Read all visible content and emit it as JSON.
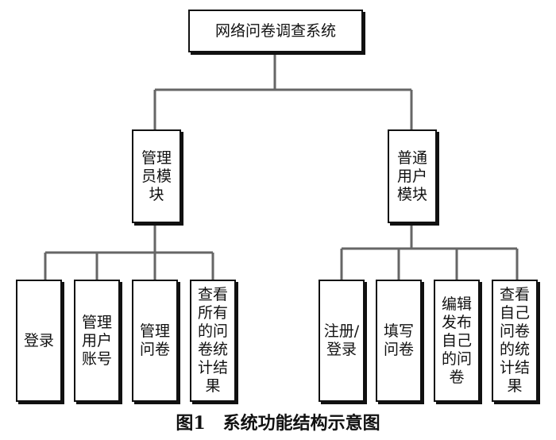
{
  "root": {
    "label": "网络问卷调查系统"
  },
  "modules": [
    {
      "label": "管理员模块",
      "children": [
        "登录",
        "管理用户账号",
        "管理问卷",
        "查看所有的问卷统计结果"
      ]
    },
    {
      "label": "普通用户模块",
      "children": [
        "注册/登录",
        "填写问卷",
        "编辑发布自己的问卷",
        "查看自己问卷的统计结果"
      ]
    }
  ],
  "caption": "图1　系统功能结构示意图"
}
